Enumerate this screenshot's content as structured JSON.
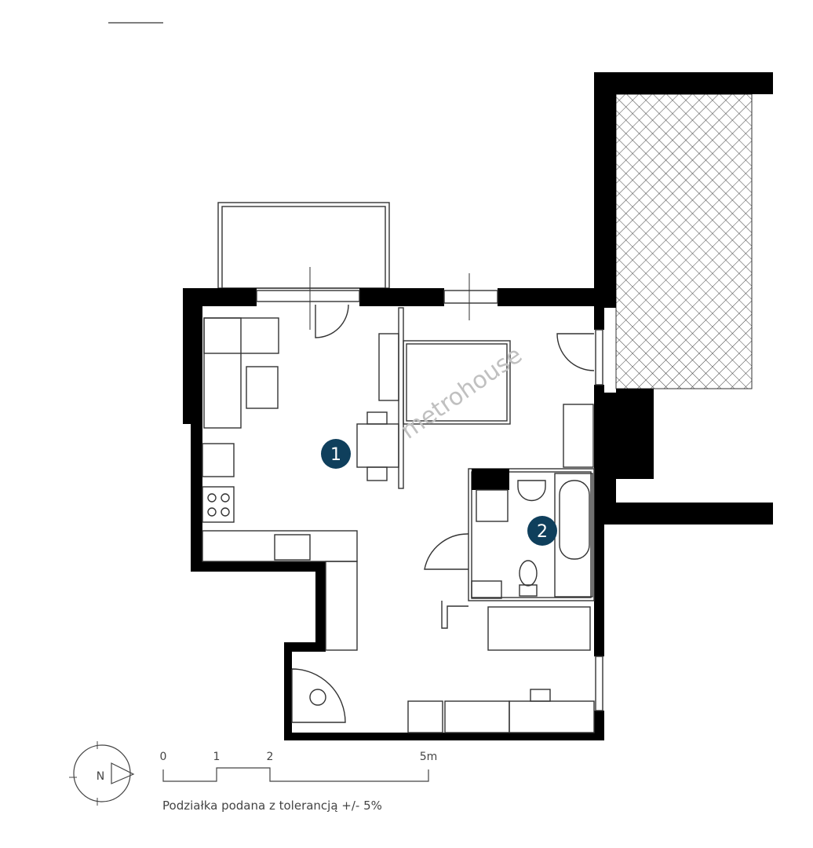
{
  "rooms": [
    {
      "number": "1"
    },
    {
      "number": "2"
    }
  ],
  "badge_color": "#0f3f5c",
  "watermark": "metrohouse",
  "scale_bar": {
    "labels": [
      "0",
      "1",
      "2",
      "5m"
    ],
    "note": "Podziałka podana z tolerancją +/- 5%"
  },
  "compass": {
    "label": "N"
  }
}
